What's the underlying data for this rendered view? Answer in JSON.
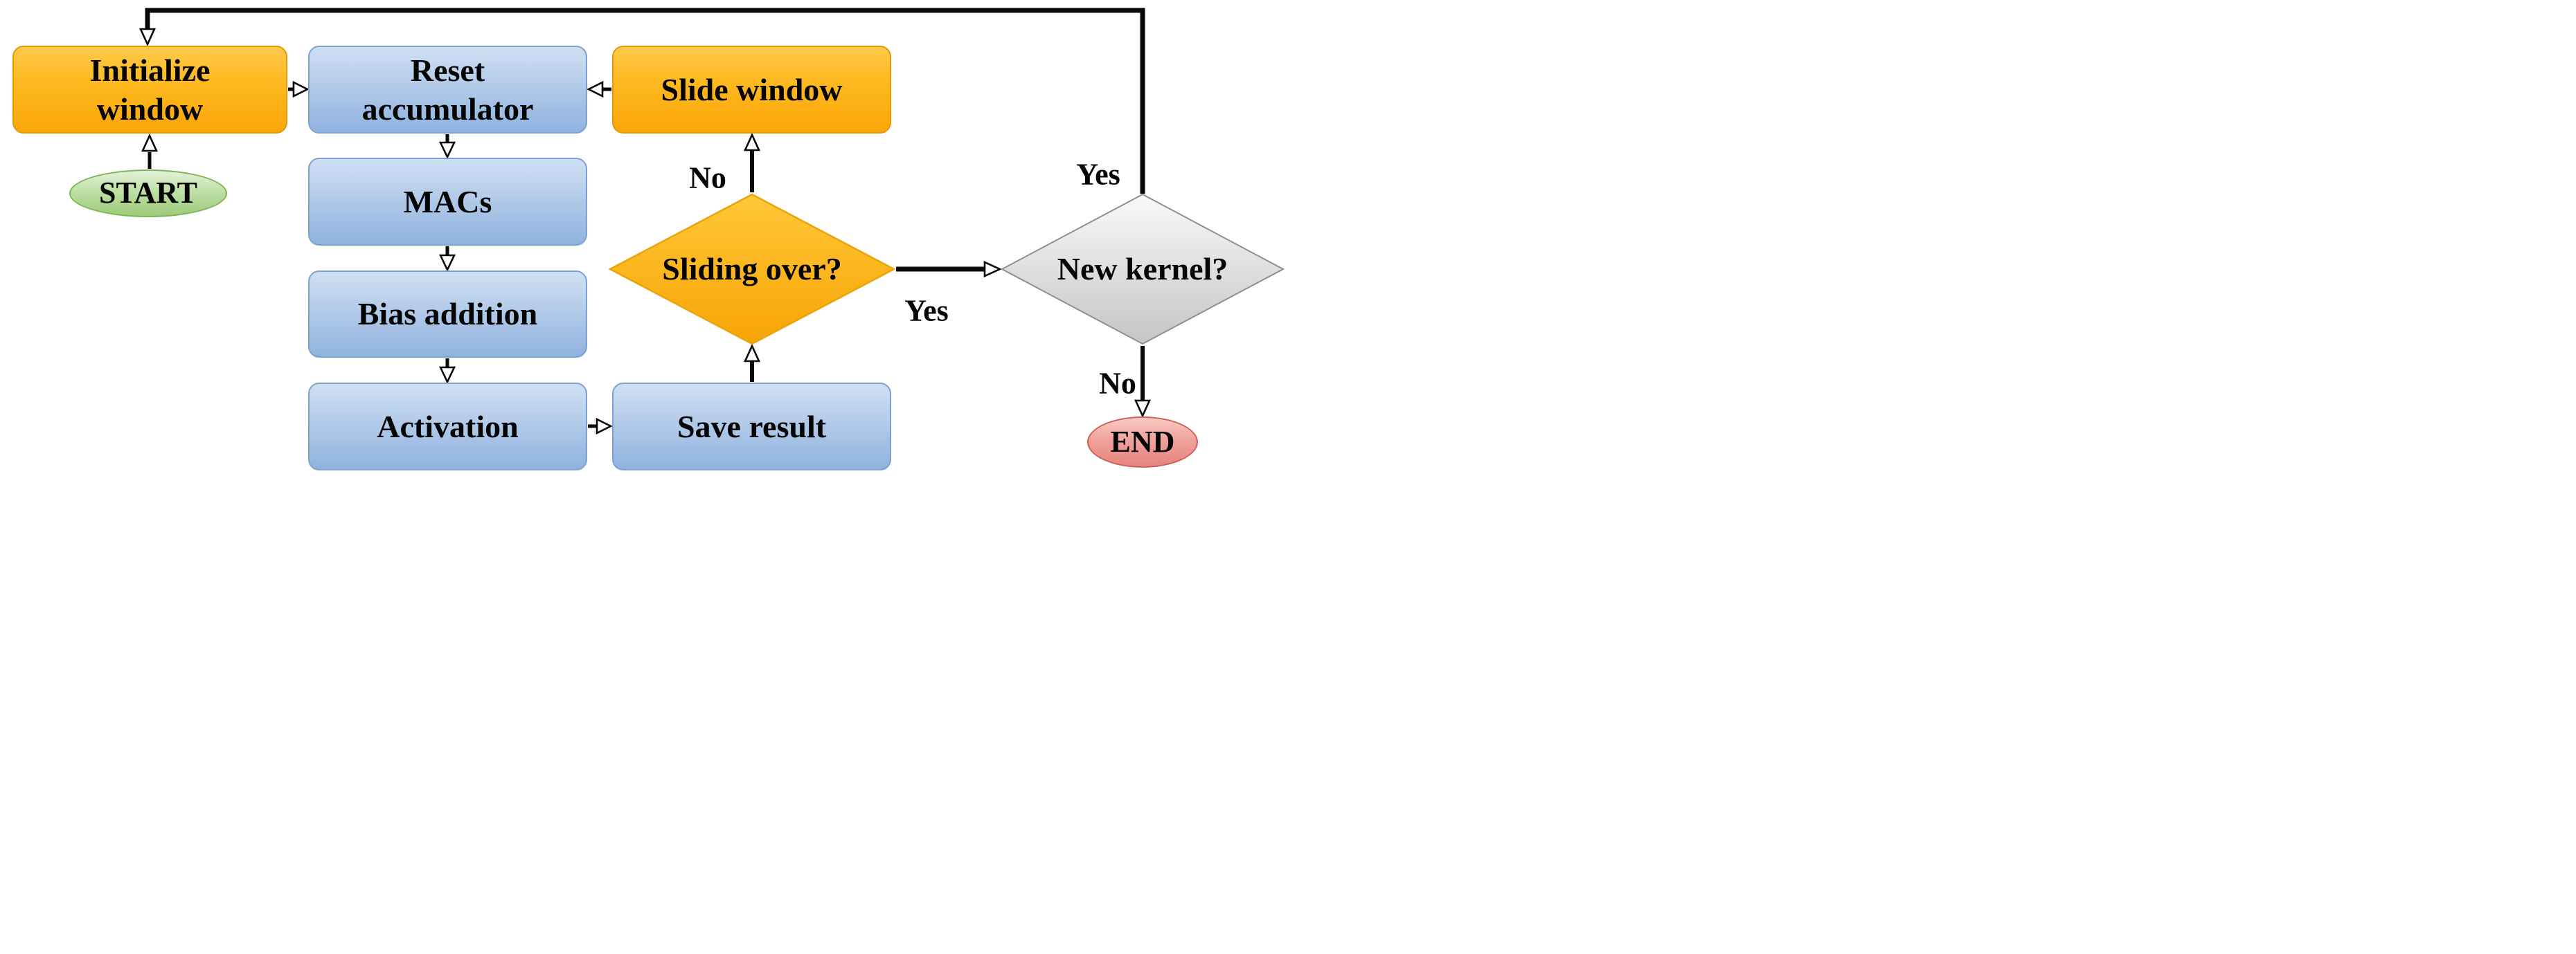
{
  "diagram_type": "flowchart",
  "nodes": {
    "start": {
      "shape": "terminator",
      "lines": [
        "START"
      ],
      "fill_top": "#e2f1d8",
      "fill_bottom": "#9dcb7a",
      "border": "#7cb558"
    },
    "initialize_window": {
      "shape": "process",
      "lines": [
        "Initialize",
        "window"
      ],
      "fill_top": "#ffc94a",
      "fill_bottom": "#faa60a",
      "border": "#e39a06"
    },
    "reset_accumulator": {
      "shape": "process",
      "lines": [
        "Reset",
        "accumulator"
      ],
      "fill_top": "#cfe0f3",
      "fill_bottom": "#8fb3e0",
      "border": "#7ea2d0"
    },
    "slide_window": {
      "shape": "process",
      "lines": [
        "Slide window"
      ],
      "fill_top": "#ffc94a",
      "fill_bottom": "#faa60a",
      "border": "#e39a06"
    },
    "macs": {
      "shape": "process",
      "lines": [
        "MACs"
      ],
      "fill_top": "#cfe0f3",
      "fill_bottom": "#8fb3e0",
      "border": "#7ea2d0"
    },
    "bias_addition": {
      "shape": "process",
      "lines": [
        "Bias addition"
      ],
      "fill_top": "#cfe0f3",
      "fill_bottom": "#8fb3e0",
      "border": "#7ea2d0"
    },
    "activation": {
      "shape": "process",
      "lines": [
        "Activation"
      ],
      "fill_top": "#cfe0f3",
      "fill_bottom": "#8fb3e0",
      "border": "#7ea2d0"
    },
    "save_result": {
      "shape": "process",
      "lines": [
        "Save result"
      ],
      "fill_top": "#cfe0f3",
      "fill_bottom": "#8fb3e0",
      "border": "#7ea2d0"
    },
    "sliding_over": {
      "shape": "decision",
      "lines": [
        "Sliding over?"
      ],
      "fill_top": "#ffc838",
      "fill_bottom": "#f8a406",
      "border": "#e9a40c"
    },
    "new_kernel": {
      "shape": "decision",
      "lines": [
        "New kernel?"
      ],
      "fill_top": "#f9f9f9",
      "fill_bottom": "#c5c5c5",
      "border": "#8f8f8f"
    },
    "end": {
      "shape": "terminator",
      "lines": [
        "END"
      ],
      "fill_top": "#f8cac6",
      "fill_bottom": "#e8837d",
      "border": "#cb5f59"
    }
  },
  "edge_labels": {
    "no_to_slide_window": "No",
    "yes_to_new_kernel": "Yes",
    "yes_loop_to_initialize": "Yes",
    "no_to_end": "No"
  },
  "arrow_color": "#0a0a0a",
  "background": "#ffffff"
}
